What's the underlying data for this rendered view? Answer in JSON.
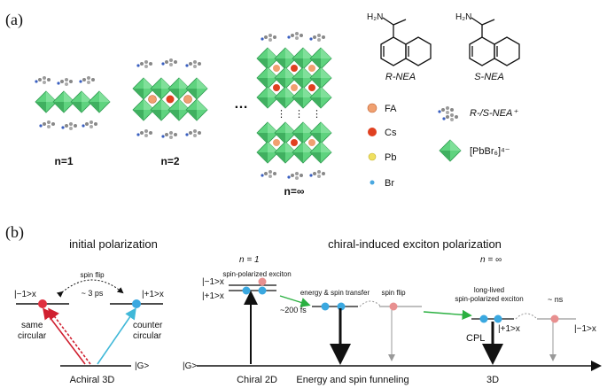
{
  "panel_a": {
    "label": "(a)",
    "n1_label": "n=1",
    "n2_label": "n=2",
    "ninf_label": "n=∞",
    "ellipsis": "…",
    "r_nea_label": "R-NEA",
    "s_nea_label": "S-NEA",
    "r_amine": "H₂N",
    "s_amine": "H₂N",
    "legend_fa": "FA",
    "legend_cs": "Cs",
    "legend_pb": "Pb",
    "legend_br": "Br",
    "legend_nea": "R-/S-NEA⁺",
    "legend_pbbr6": "[PbBr₆]⁴⁻",
    "colors": {
      "octahedron": "#5fd37f",
      "fa": "#f0a070",
      "cs": "#e04020",
      "pb": "#f0e060",
      "br": "#4aa8e0"
    }
  },
  "panel_b": {
    "label": "(b)",
    "left_title": "initial polarization",
    "right_title": "chiral-induced exciton polarization",
    "n1_label": "n = 1",
    "ninf_label": "n = ∞",
    "spin_flip_left": "spin flip",
    "time_3ps": "~ 3 ps",
    "state_m1": "|−1>x",
    "state_p1": "|+1>x",
    "state_g": "|G>",
    "same_circular": "same\ncircular",
    "counter_circular": "counter\ncircular",
    "achiral_3d": "Achiral 3D",
    "spin_polarized_exciton": "spin-polarized exciton",
    "state_m1_chiral": "|−1>x",
    "state_p1_chiral": "|+1>x",
    "time_200fs": "~200 fs",
    "energy_spin_transfer": "energy & spin transfer",
    "spin_flip_right": "spin flip",
    "long_lived": "long-lived\nspin-polarized exciton",
    "time_ns": "~ ns",
    "cpl": "CPL",
    "state_p1_3d": "|+1>x",
    "state_m1_3d": "|−1>x",
    "state_g_axis": "|G>",
    "chiral_2d": "Chiral 2D",
    "funneling": "Energy and spin funneling",
    "label_3d": "3D",
    "colors": {
      "red_dot": "#e03040",
      "blue_dot": "#3aa8e0",
      "pink_dot": "#e89090",
      "green_arrow": "#2ab040",
      "cyan_arrow": "#40b8d8"
    }
  }
}
